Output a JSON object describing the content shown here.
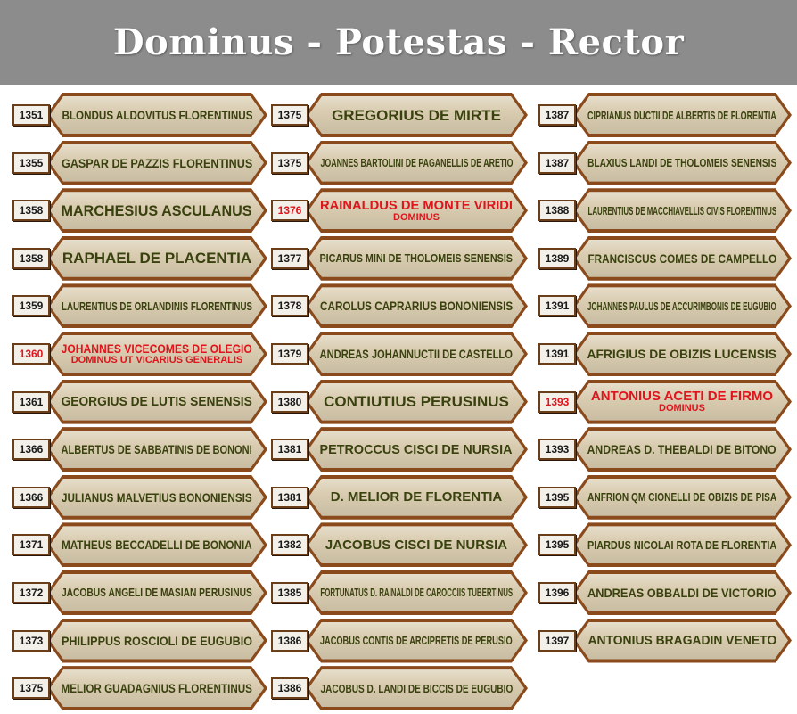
{
  "title": "Dominus - Potestas - Rector",
  "colors": {
    "header_bg": "#8c8c8c",
    "name_text": "#39420e",
    "highlight_text": "#e0141c",
    "plate_border": "#8a4a1c",
    "plate_fill": "#d9ccb0"
  },
  "columns": [
    [
      {
        "year": "1351",
        "name": "BLONDUS ALDOVITUS FLORENTINUS"
      },
      {
        "year": "1355",
        "name": "GASPAR DE PAZZIS FLORENTINUS"
      },
      {
        "year": "1358",
        "name": "MARCHESIUS ASCULANUS"
      },
      {
        "year": "1358",
        "name": "RAPHAEL DE PLACENTIA"
      },
      {
        "year": "1359",
        "name": "LAURENTIUS DE ORLANDINIS FLORENTINUS"
      },
      {
        "year": "1360",
        "name": "JOHANNES VICECOMES DE OLEGIO",
        "sub": "DOMINUS UT VICARIUS GENERALIS",
        "highlight": true
      },
      {
        "year": "1361",
        "name": "GEORGIUS DE LUTIS SENENSIS"
      },
      {
        "year": "1366",
        "name": "ALBERTUS DE SABBATINIS DE BONONI"
      },
      {
        "year": "1366",
        "name": "JULIANUS MALVETIUS BONONIENSIS"
      },
      {
        "year": "1371",
        "name": "MATHEUS BECCADELLI DE BONONIA"
      },
      {
        "year": "1372",
        "name": "JACOBUS ANGELI DE MASIAN PERUSINUS"
      },
      {
        "year": "1373",
        "name": "PHILIPPUS ROSCIOLI DE EUGUBIO"
      },
      {
        "year": "1375",
        "name": "MELIOR GUADAGNIUS FLORENTINUS"
      }
    ],
    [
      {
        "year": "1375",
        "name": "GREGORIUS DE MIRTE"
      },
      {
        "year": "1375",
        "name": "JOANNES BARTOLINI DE PAGANELLIS DE ARETIO"
      },
      {
        "year": "1376",
        "name": "RAINALDUS DE MONTE VIRIDI",
        "sub": "DOMINUS",
        "highlight": true
      },
      {
        "year": "1377",
        "name": "PICARUS MINI DE THOLOMEIS SENENSIS"
      },
      {
        "year": "1378",
        "name": "CAROLUS CAPRARIUS BONONIENSIS"
      },
      {
        "year": "1379",
        "name": "ANDREAS JOHANNUCTII DE CASTELLO"
      },
      {
        "year": "1380",
        "name": "CONTIUTIUS PERUSINUS"
      },
      {
        "year": "1381",
        "name": "PETROCCUS CISCI DE NURSIA"
      },
      {
        "year": "1381",
        "name": "D. MELIOR DE FLORENTIA"
      },
      {
        "year": "1382",
        "name": "JACOBUS CISCI DE NURSIA"
      },
      {
        "year": "1385",
        "name": "FORTUNATUS D. RAINALDI DE CAROCCIIS TUBERTINUS"
      },
      {
        "year": "1386",
        "name": "JACOBUS CONTIS DE ARCIPRETIS DE PERUSIO"
      },
      {
        "year": "1386",
        "name": "JACOBUS D. LANDI DE BICCIS DE EUGUBIO"
      }
    ],
    [
      {
        "year": "1387",
        "name": "CIPRIANUS DUCTII DE ALBERTIS DE FLORENTIA"
      },
      {
        "year": "1387",
        "name": "BLAXIUS LANDI DE THOLOMEIS SENENSIS"
      },
      {
        "year": "1388",
        "name": "LAURENTIUS DE MACCHIAVELLIS CIVIS FLORENTINUS"
      },
      {
        "year": "1389",
        "name": "FRANCISCUS COMES DE CAMPELLO"
      },
      {
        "year": "1391",
        "name": "JOHANNES PAULUS DE ACCURIMBONIS DE EUGUBIO"
      },
      {
        "year": "1391",
        "name": "AFRIGIUS DE OBIZIS LUCENSIS"
      },
      {
        "year": "1393",
        "name": "ANTONIUS ACETI DE FIRMO",
        "sub": "DOMINUS",
        "highlight": true
      },
      {
        "year": "1393",
        "name": "ANDREAS D. THEBALDI DE BITONO"
      },
      {
        "year": "1395",
        "name": "ANFRION QM CIONELLI DE OBIZIS DE PISA"
      },
      {
        "year": "1395",
        "name": "PIARDUS NICOLAI ROTA DE FLORENTIA"
      },
      {
        "year": "1396",
        "name": "ANDREAS OBBALDI DE VICTORIO"
      },
      {
        "year": "1397",
        "name": "ANTONIUS BRAGADIN VENETO"
      }
    ]
  ]
}
